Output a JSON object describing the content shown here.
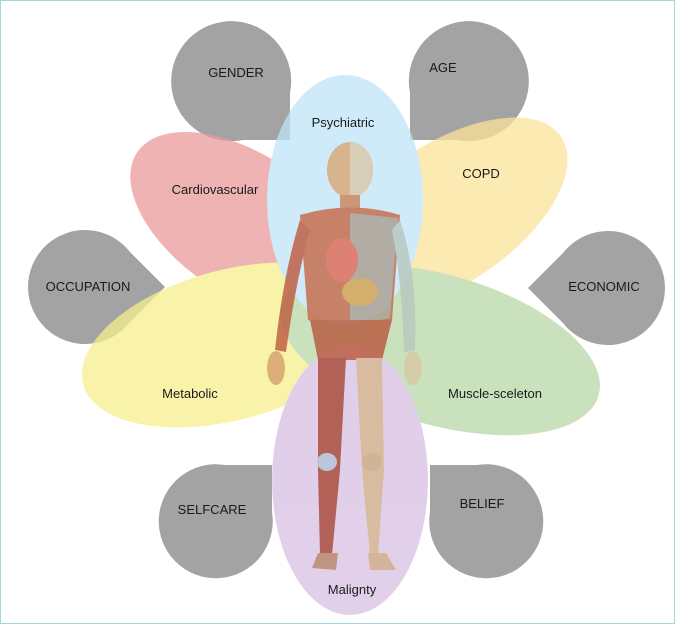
{
  "factors": {
    "gender": "GENDER",
    "age": "AGE",
    "occupation": "OCCUPATION",
    "economic": "ECONOMIC",
    "selfcare": "SELFCARE",
    "belief": "BELIEF"
  },
  "domains": {
    "psychiatric": "Psychiatric",
    "cardiovascular": "Cardiovascular",
    "copd": "COPD",
    "metabolic": "Metabolic",
    "muscle": "Muscle-sceleton",
    "malignancy": "Malignty"
  },
  "colors": {
    "psychiatric": "#bfe3f7",
    "cardiovascular": "#ec9a9a",
    "copd": "#fbe39a",
    "metabolic": "#f8f08e",
    "muscle": "#b8d9a8",
    "malignancy": "#d8c0e4",
    "drop": "#a3a3a3",
    "frame": "#9fd8dc"
  }
}
